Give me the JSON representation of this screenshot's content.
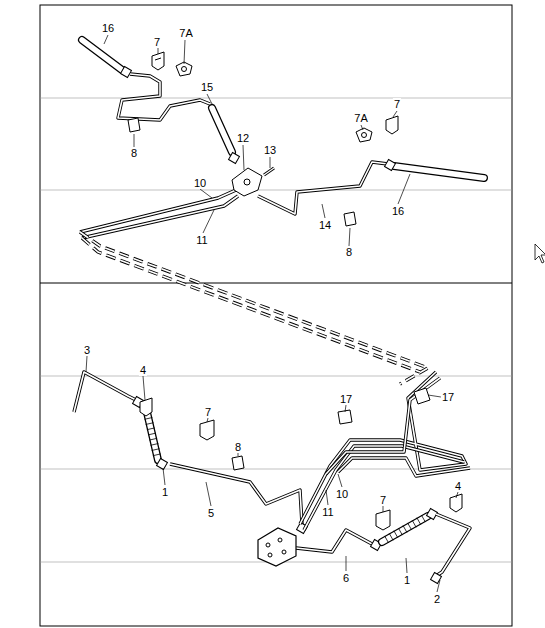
{
  "diagram": {
    "labels": [
      "16",
      "7",
      "7A",
      "15",
      "8",
      "12",
      "13",
      "10",
      "11",
      "7A",
      "7",
      "16",
      "14",
      "8",
      "3",
      "4",
      "7",
      "8",
      "17",
      "17",
      "1",
      "5",
      "10",
      "11",
      "7",
      "4",
      "6",
      "1",
      "2"
    ]
  }
}
